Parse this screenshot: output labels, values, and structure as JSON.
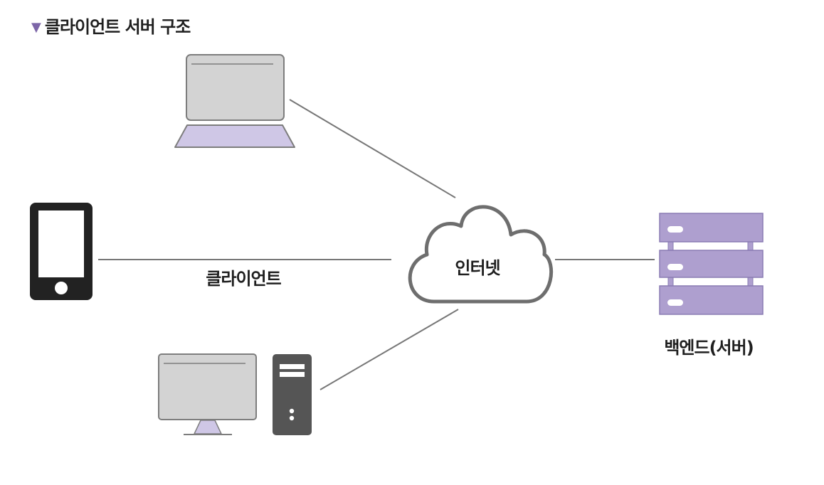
{
  "title": {
    "marker": "▼",
    "text": "클라이언트 서버 구조"
  },
  "labels": {
    "client": "클라이언트",
    "internet": "인터넷",
    "backend": "백엔드(서버)"
  },
  "colors": {
    "device_gray": "#d3d3d3",
    "device_border": "#7d7d7d",
    "lavender": "#cfc7e6",
    "server_purple": "#ae9fcf",
    "server_border": "#8a7cb3",
    "phone_black": "#222222",
    "tower_gray": "#555555",
    "cloud_stroke": "#6e6e6e",
    "line_gray": "#777777",
    "marker_purple": "#7d66a8"
  },
  "icons": [
    "laptop-icon",
    "smartphone-icon",
    "desktop-monitor-icon",
    "pc-tower-icon",
    "cloud-icon",
    "server-rack-icon"
  ]
}
